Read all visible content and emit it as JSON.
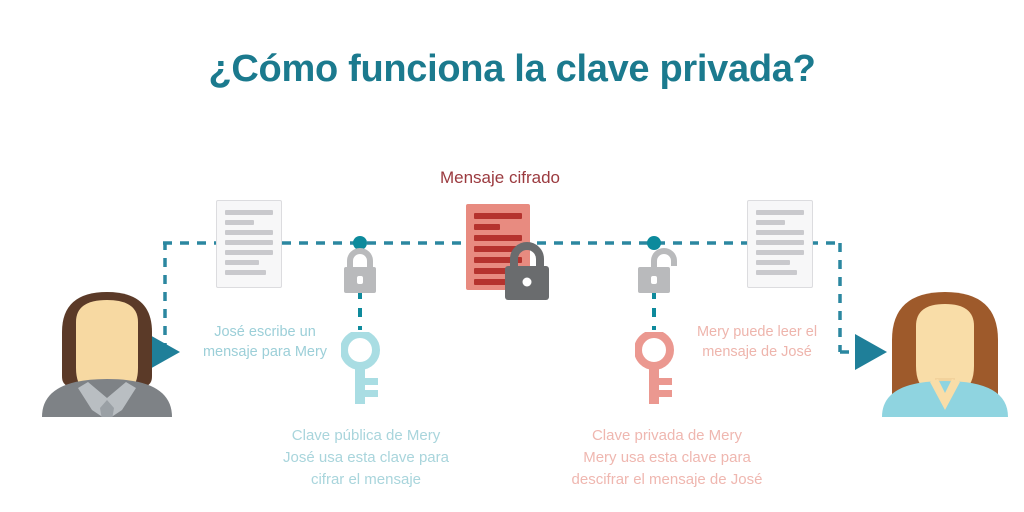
{
  "page": {
    "title": "¿Cómo funciona la clave privada?",
    "title_color": "#1b7a8e",
    "background": "#ffffff"
  },
  "encrypted": {
    "label": "Mensaje cifrado",
    "label_color": "#9b3a3f",
    "doc_fill": "#e88b80",
    "doc_line_color": "#b5332e"
  },
  "people": {
    "left": {
      "name": "José",
      "hair_color": "#5b3a28",
      "skin_color": "#f7d9a2",
      "body_color": "#7e8286",
      "collar_color": "#b9bec2"
    },
    "right": {
      "name": "Mery",
      "hair_color": "#9e5a2b",
      "skin_color": "#f9dda8",
      "body_color": "#8fd4e0"
    }
  },
  "flow": {
    "line_color": "#2b87a0",
    "arrow_color": "#1f7f99",
    "node_color": "#0c8a9c"
  },
  "captions": {
    "write": "José escribe un\nmensaje para Mery",
    "write_line1": "José escribe un",
    "write_line2": "mensaje para Mery",
    "read_line1": "Mery puede leer el",
    "read_line2": "mensaje de José",
    "public_key_line1": "Clave pública de Mery",
    "public_key_line2": "José usa esta clave para",
    "public_key_line3": "cifrar el mensaje",
    "private_key_line1": "Clave privada de Mery",
    "private_key_line2": "Mery usa esta clave para",
    "private_key_line3": "descifrar el mensaje de José"
  },
  "keys": {
    "public": {
      "label": "Clave pública de Mery",
      "color": "#a9dde3"
    },
    "private": {
      "label": "Clave privada de Mery",
      "color": "#eb9890"
    }
  },
  "locks": {
    "closed": {
      "state": "closed",
      "color": "#b9babc"
    },
    "encrypted": {
      "state": "closed",
      "color": "#6a6c6e"
    },
    "open": {
      "state": "open",
      "color": "#b9babc"
    }
  },
  "documents": {
    "plain_left": {
      "state": "plain"
    },
    "encrypted_center": {
      "state": "encrypted"
    },
    "plain_right": {
      "state": "plain"
    }
  }
}
